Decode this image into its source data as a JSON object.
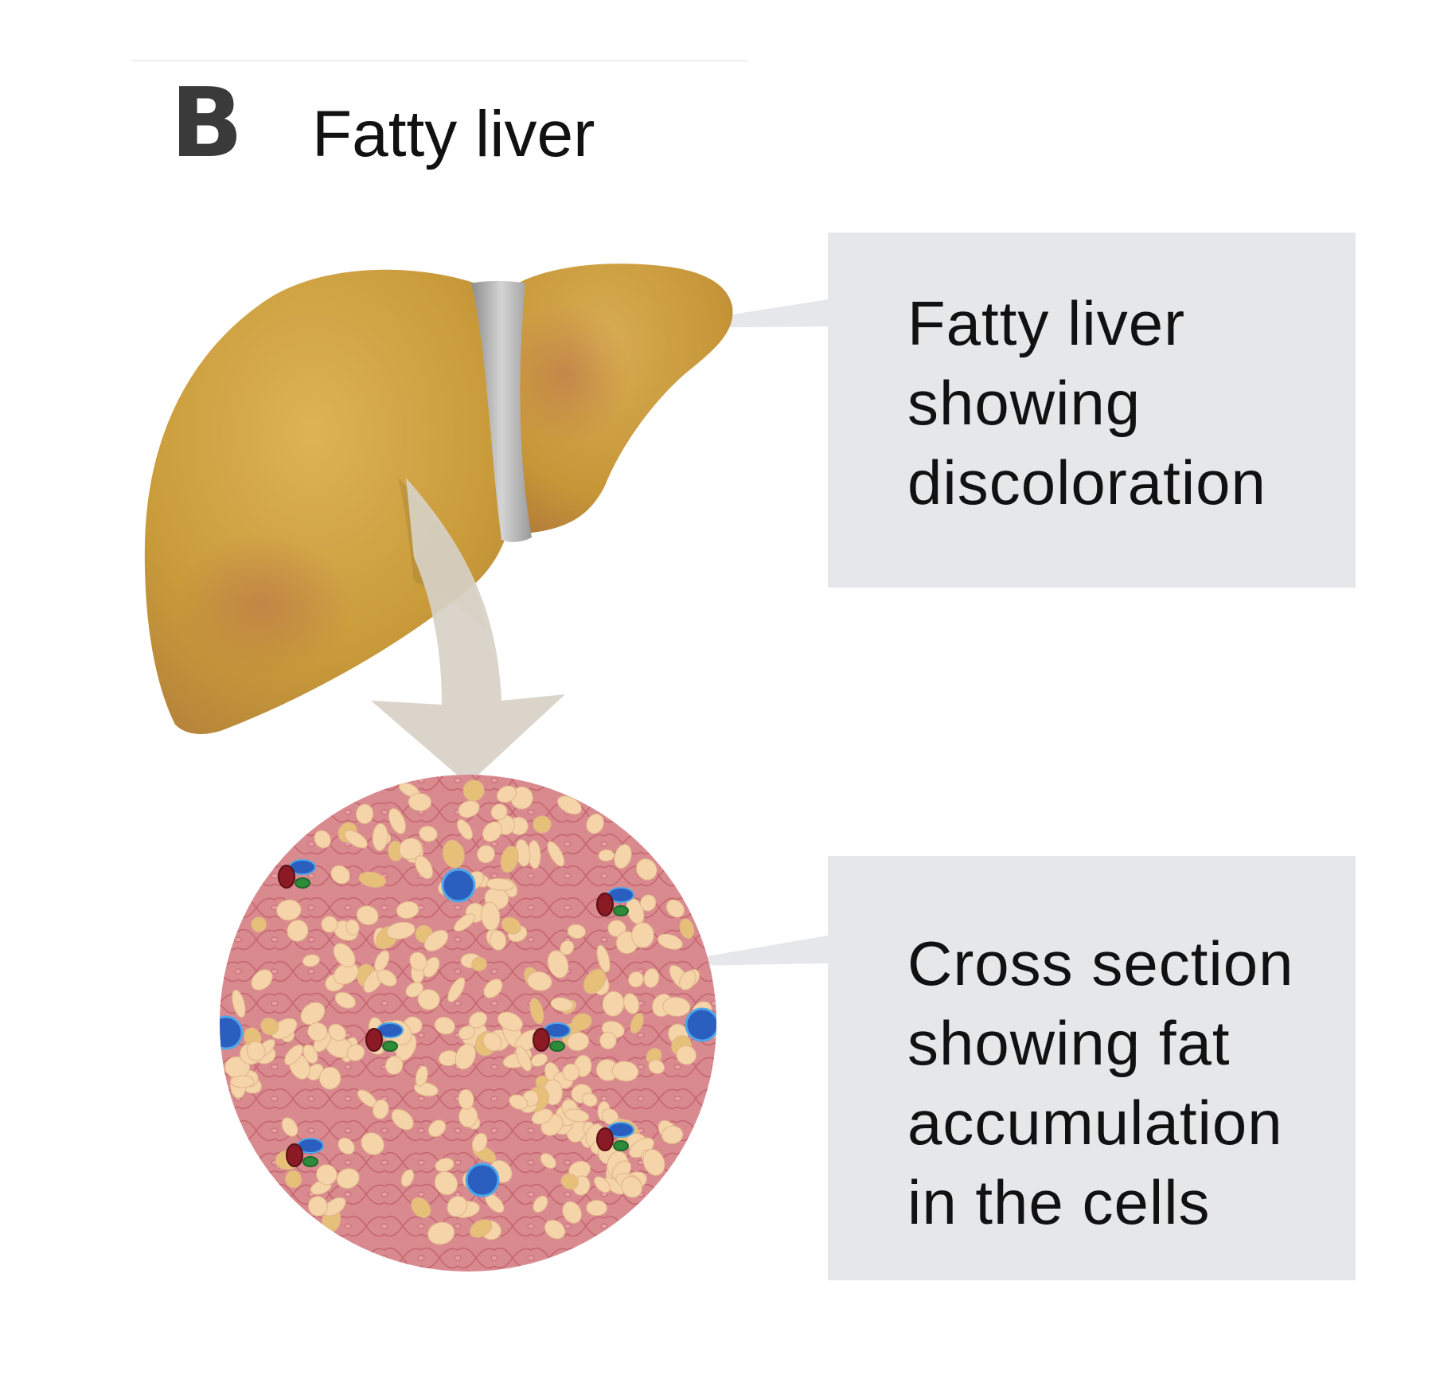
{
  "panel": {
    "letter": "B",
    "title": "Fatty liver"
  },
  "callouts": [
    {
      "lines": [
        "Fatty liver",
        "showing",
        "discoloration"
      ]
    },
    {
      "lines": [
        "Cross section",
        "showing fat",
        "accumulation",
        "in the cells"
      ]
    }
  ],
  "colors": {
    "liver": "#c89a3a",
    "liver_highlight": "#ddb356",
    "liver_shadow": "#b07a3a",
    "ligament": "#a9a9a9",
    "arrow": "#d7d0c6",
    "callout_box": "#e6e7e9",
    "tissue": "#d98a8f",
    "cell_outline": "#c2606a",
    "fat_droplet": "#f4d4a8",
    "portal_vein": "#2a5fc0",
    "bile_duct": "#2e8b3a",
    "artery": "#8a1a24"
  },
  "icons": [
    "liver-illustration",
    "down-arrow-icon",
    "cross-section-illustration"
  ]
}
